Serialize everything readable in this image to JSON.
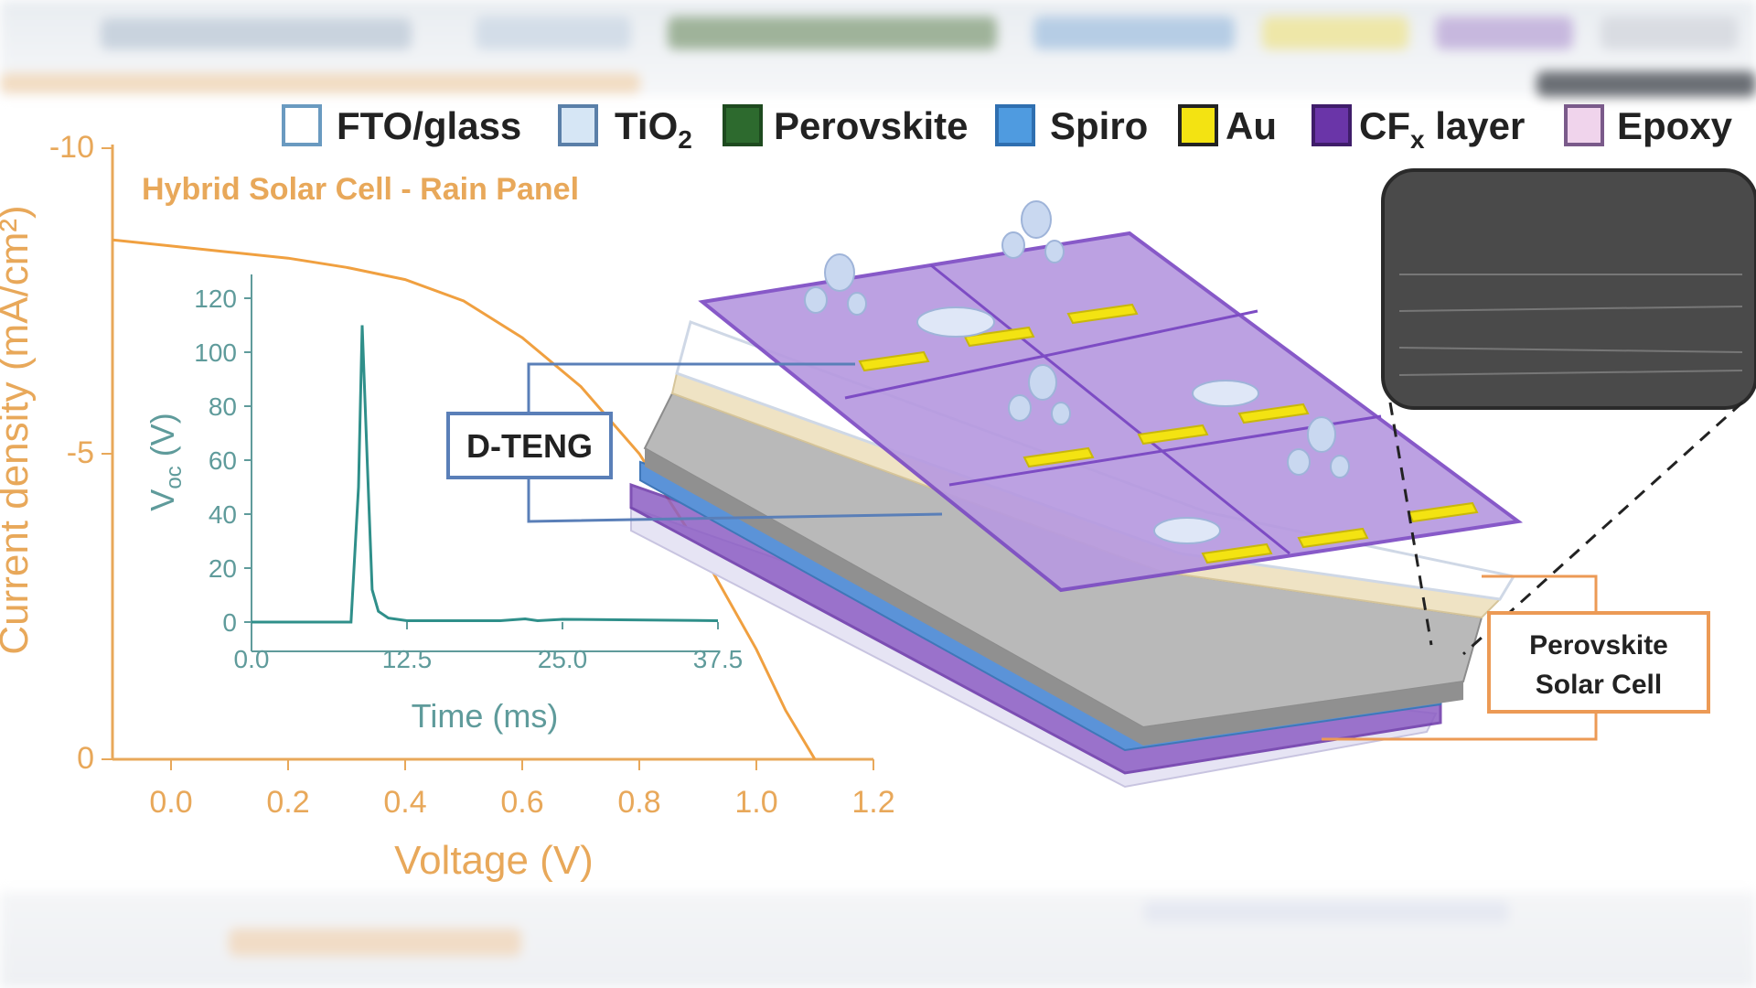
{
  "legend": [
    {
      "label": "FTO/glass",
      "color": "#ffffff",
      "border": "#6a9ac0"
    },
    {
      "label": "TiO",
      "sub": "2",
      "color": "#d6e6f5",
      "border": "#5a7fa8"
    },
    {
      "label": "Perovskite",
      "color": "#2d6a2e",
      "border": "#1e4a1f"
    },
    {
      "label": "Spiro",
      "color": "#4f9be0",
      "border": "#2f6fb0"
    },
    {
      "label": "Au",
      "color": "#f3e312",
      "border": "#222222"
    },
    {
      "label": "CF",
      "sub": "x",
      "label_tail": " layer",
      "color": "#6a35a8",
      "border": "#3f1d6a"
    },
    {
      "label": "Epoxy",
      "color": "#f0d4ec",
      "border": "#7a5a8a"
    }
  ],
  "colors": {
    "main_axis": "#e8a85a",
    "main_curve": "#f0a040",
    "inset_axis": "#5f9b9b",
    "inset_curve": "#2f8f8a",
    "callout_blue": "#5a7fb8",
    "callout_orange": "#ec9a55"
  },
  "chart_data": [
    {
      "type": "line",
      "title": "Hybrid Solar Cell - Rain Panel",
      "xlabel": "Voltage (V)",
      "ylabel": "Current density (mA/cm²)",
      "xlim": [
        -0.1,
        1.2
      ],
      "ylim": [
        0,
        -10
      ],
      "xticks": [
        "0.0",
        "0.2",
        "0.4",
        "0.6",
        "0.8",
        "1.0",
        "1.2"
      ],
      "xtick_values": [
        0.0,
        0.2,
        0.4,
        0.6,
        0.8,
        1.0,
        1.2
      ],
      "yticks": [
        "-10",
        "-5",
        "0"
      ],
      "ytick_values": [
        -10,
        -5,
        0
      ],
      "series": [
        {
          "x": [
            -0.1,
            0.0,
            0.1,
            0.2,
            0.3,
            0.4,
            0.5,
            0.6,
            0.7,
            0.8,
            0.9,
            1.0,
            1.05,
            1.1
          ],
          "y": [
            -8.5,
            -8.4,
            -8.3,
            -8.2,
            -8.05,
            -7.85,
            -7.5,
            -6.9,
            -6.1,
            -5.0,
            -3.5,
            -1.8,
            -0.8,
            0.0
          ]
        }
      ],
      "grid": false
    },
    {
      "type": "line",
      "xlabel": "Time (ms)",
      "ylabel": "V",
      "ylabel_sub": "oc",
      "ylabel_tail": " (V)",
      "xlim": [
        0,
        37.5
      ],
      "ylim": [
        0,
        120
      ],
      "xticks": [
        "0.0",
        "12.5",
        "25.0",
        "37.5"
      ],
      "xtick_values": [
        0,
        12.5,
        25.0,
        37.5
      ],
      "yticks": [
        "0",
        "20",
        "40",
        "60",
        "80",
        "100",
        "120"
      ],
      "ytick_values": [
        0,
        20,
        40,
        60,
        80,
        100,
        120
      ],
      "series": [
        {
          "x": [
            0,
            8.0,
            8.6,
            8.9,
            9.3,
            9.7,
            10.2,
            11.0,
            12.5,
            20,
            22,
            23,
            25,
            37.5
          ],
          "y": [
            0,
            0,
            50,
            110,
            60,
            12,
            4,
            1.5,
            0.5,
            0.5,
            1.2,
            0.5,
            1.0,
            0.5
          ]
        }
      ],
      "grid": false
    }
  ],
  "callouts": {
    "dteng": "D-TENG",
    "perovskite_line1": "Perovskite",
    "perovskite_line2": "Solar Cell"
  }
}
